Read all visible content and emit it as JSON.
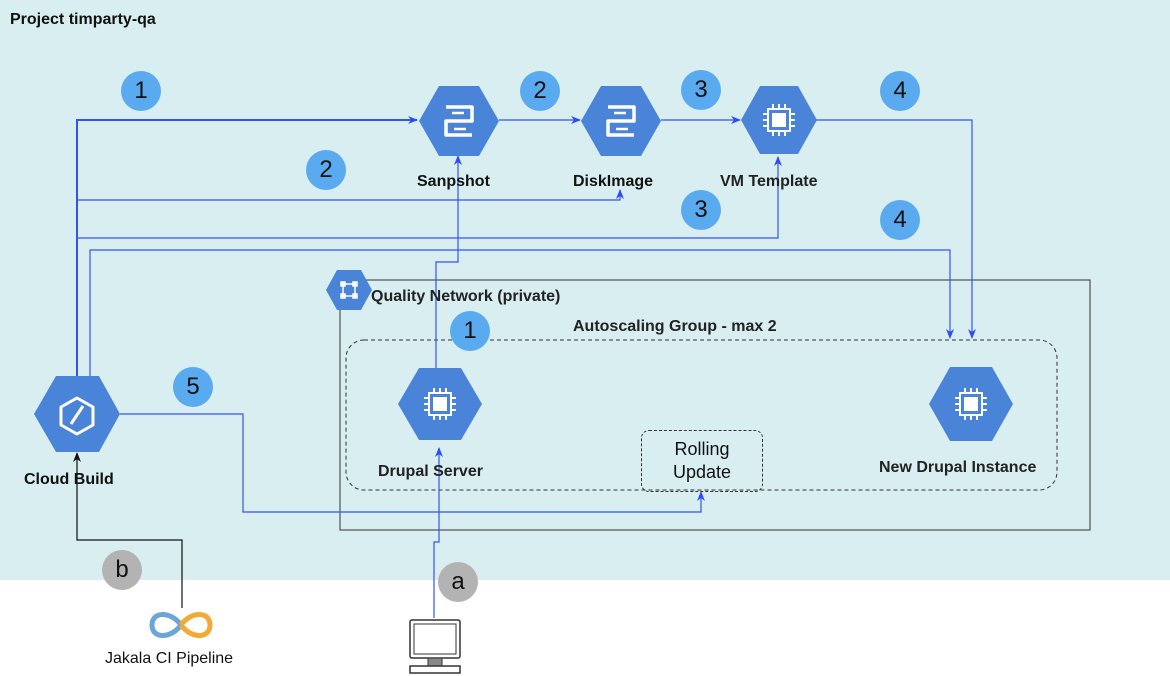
{
  "project": {
    "title": "Project timparty-qa"
  },
  "nodes": {
    "snapshot": {
      "label": "Sanpshot",
      "icon": "disk-image-icon"
    },
    "diskimage": {
      "label": "DiskImage",
      "icon": "disk-image-icon"
    },
    "vm_template": {
      "label": "VM Template",
      "icon": "compute-chip-icon"
    },
    "cloud_build": {
      "label": "Cloud Build",
      "icon": "cloud-build-icon"
    },
    "drupal_server": {
      "label": "Drupal Server",
      "icon": "compute-chip-icon"
    },
    "new_drupal": {
      "label": "New Drupal Instance",
      "icon": "compute-chip-icon"
    },
    "jakala_ci": {
      "label": "Jakala CI Pipeline",
      "icon": "infinity-pipeline-icon"
    },
    "workstation": {
      "icon": "monitor-icon"
    }
  },
  "network": {
    "label": "Quality Network (private)",
    "icon": "network-icon"
  },
  "autoscaling": {
    "label": "Autoscaling Group - max 2"
  },
  "rolling_update": {
    "line1": "Rolling",
    "line2": "Update"
  },
  "badges": {
    "b1_top": "1",
    "b2_top": "2",
    "b3_top": "3",
    "b4_top": "4",
    "b2_mid": "2",
    "b3_mid": "3",
    "b4_mid": "4",
    "b1_net": "1",
    "b5": "5",
    "a": "a",
    "b": "b"
  },
  "colors": {
    "project_bg": "#d9eef0",
    "gcp_blue": "#4a84d9",
    "arrow": "#3355ee",
    "badge_blue": "#5aaaf0",
    "badge_grey": "#b3b3b3"
  }
}
